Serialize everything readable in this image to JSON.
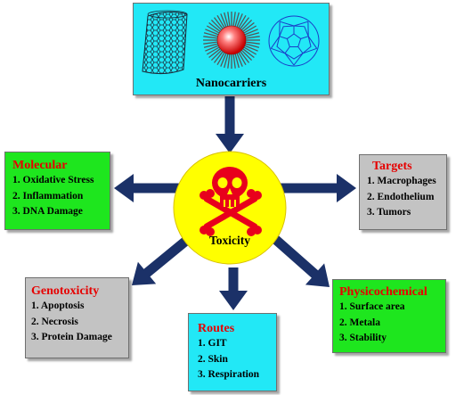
{
  "colors": {
    "cyan_box": "#22e8f6",
    "green_box": "#1ee61e",
    "grey_box": "#c3c3c3",
    "center_circle": "#ffff00",
    "arrow": "#1b3168",
    "title_red": "#e60000",
    "skull_red": "#e8001c"
  },
  "icons": [
    "carbon-nanotube-icon",
    "nanoparticle-sphere-icon",
    "fullerene-icon",
    "skull-crossbones-icon"
  ],
  "nanocarriers": {
    "label": "Nanocarriers"
  },
  "center": {
    "label": "Toxicity"
  },
  "molecular": {
    "title": "Molecular",
    "items": [
      "1. Oxidative Stress",
      "2. Inflammation",
      "3. DNA Damage"
    ]
  },
  "targets": {
    "title": "Targets",
    "items": [
      "1. Macrophages",
      "2. Endothelium",
      "3. Tumors"
    ]
  },
  "genotoxicity": {
    "title": "Genotoxicity",
    "items": [
      "1. Apoptosis",
      "2. Necrosis",
      "3. Protein Damage"
    ]
  },
  "routes": {
    "title": "Routes",
    "items": [
      "1. GIT",
      "2. Skin",
      "3. Respiration"
    ]
  },
  "physicochemical": {
    "title": "Physicochemical",
    "items": [
      "1. Surface area",
      "2. Metala",
      "3. Stability"
    ]
  }
}
